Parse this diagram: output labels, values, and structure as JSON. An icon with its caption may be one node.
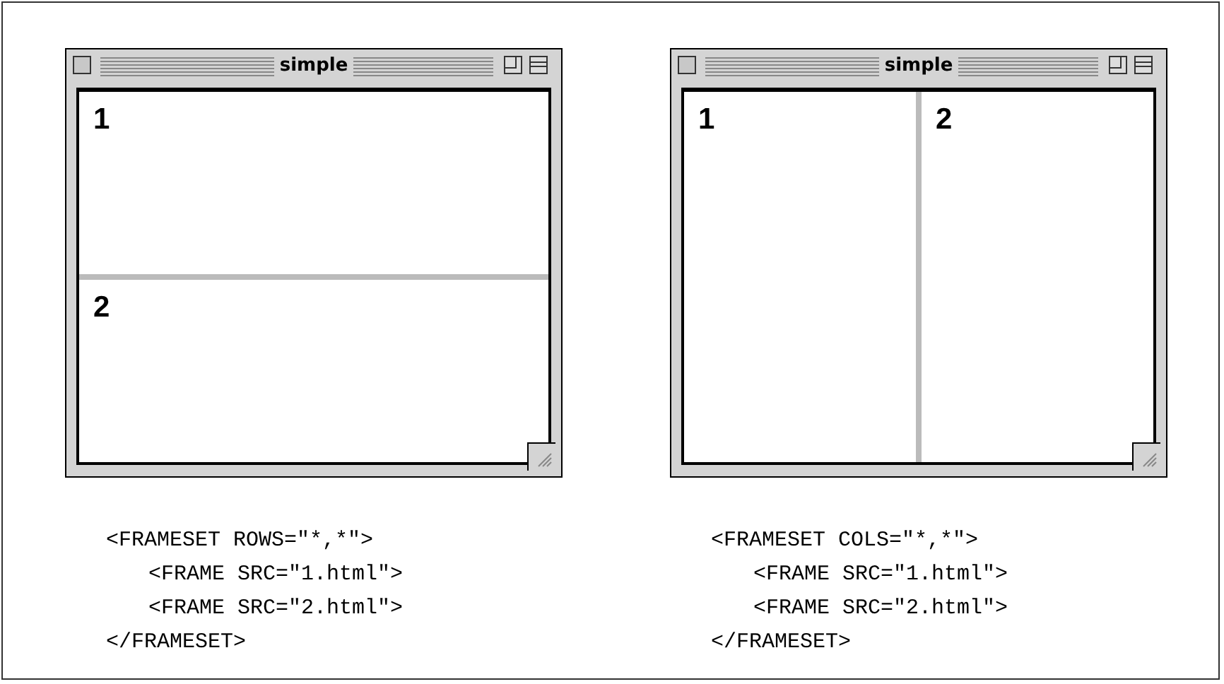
{
  "diagram": {
    "nodes": [
      {
        "text": [
          "simple"
        ]
      },
      {
        "text": [
          "1"
        ],
        "in": 0
      },
      {
        "text": [
          "2"
        ],
        "in": 0
      },
      {
        "text": [
          "simple"
        ]
      },
      {
        "text": [
          "1"
        ],
        "in": 3
      },
      {
        "text": [
          "2"
        ],
        "in": 3
      }
    ],
    "labels": [
      "<FRAMESET ROWS=\"*,*\">",
      "<FRAME SRC=\"1.html\">",
      "<FRAME SRC=\"2.html\">",
      "</FRAMESET>",
      "<FRAMESET COLS=\"*,*\">",
      "<FRAME SRC=\"1.html\">",
      "<FRAME SRC=\"2.html\">",
      "</FRAMESET>"
    ]
  }
}
